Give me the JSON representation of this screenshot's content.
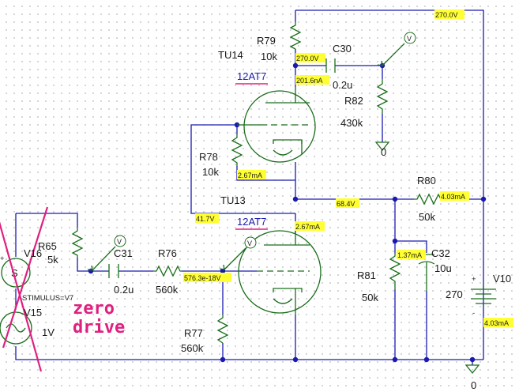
{
  "components": {
    "r79": {
      "ref": "R79",
      "value": "10k"
    },
    "c30": {
      "ref": "C30",
      "value": "0.2u"
    },
    "r82": {
      "ref": "R82",
      "value": "430k"
    },
    "r78": {
      "ref": "R78",
      "value": "10k"
    },
    "r80": {
      "ref": "R80",
      "value": "50k"
    },
    "r65": {
      "ref": "R65",
      "value": "5k"
    },
    "c31": {
      "ref": "C31",
      "value": "0.2u"
    },
    "r76": {
      "ref": "R76",
      "value": "560k"
    },
    "r77": {
      "ref": "R77",
      "value": "560k"
    },
    "r81": {
      "ref": "R81",
      "value": "50k"
    },
    "c32": {
      "ref": "C32",
      "value": "10u"
    },
    "v10": {
      "ref": "V10",
      "value": "270"
    },
    "v16": {
      "ref": "V16"
    },
    "v15": {
      "ref": "V15",
      "value": "1V"
    },
    "tu14": {
      "ref": "TU14",
      "model": "12AT7"
    },
    "tu13": {
      "ref": "TU13",
      "model": "12AT7"
    },
    "stimulus": "STIMULUS=V7"
  },
  "readouts": {
    "top_rail": "270.0V",
    "r79_bottom": "270.0V",
    "tu14_plate_current": "201.6nA",
    "r78_current": "2.67mA",
    "tu13_plate_current": "2.67mA",
    "node_68v": "68.4V",
    "r80_current": "4.03mA",
    "node_41v": "41.7V",
    "r81_current": "1.37mA",
    "grid_voltage": "576.3e-18V",
    "v10_current": "4.03mA"
  },
  "grounds": {
    "g1": "0",
    "g2": "0"
  },
  "probe_label": "V",
  "annotation": {
    "line1": "zero",
    "line2": "drive"
  },
  "colors": {
    "wire": "#1a1ab0",
    "part": "#1a6e1a",
    "note": "#e0207f",
    "highlight": "#ffff33"
  }
}
